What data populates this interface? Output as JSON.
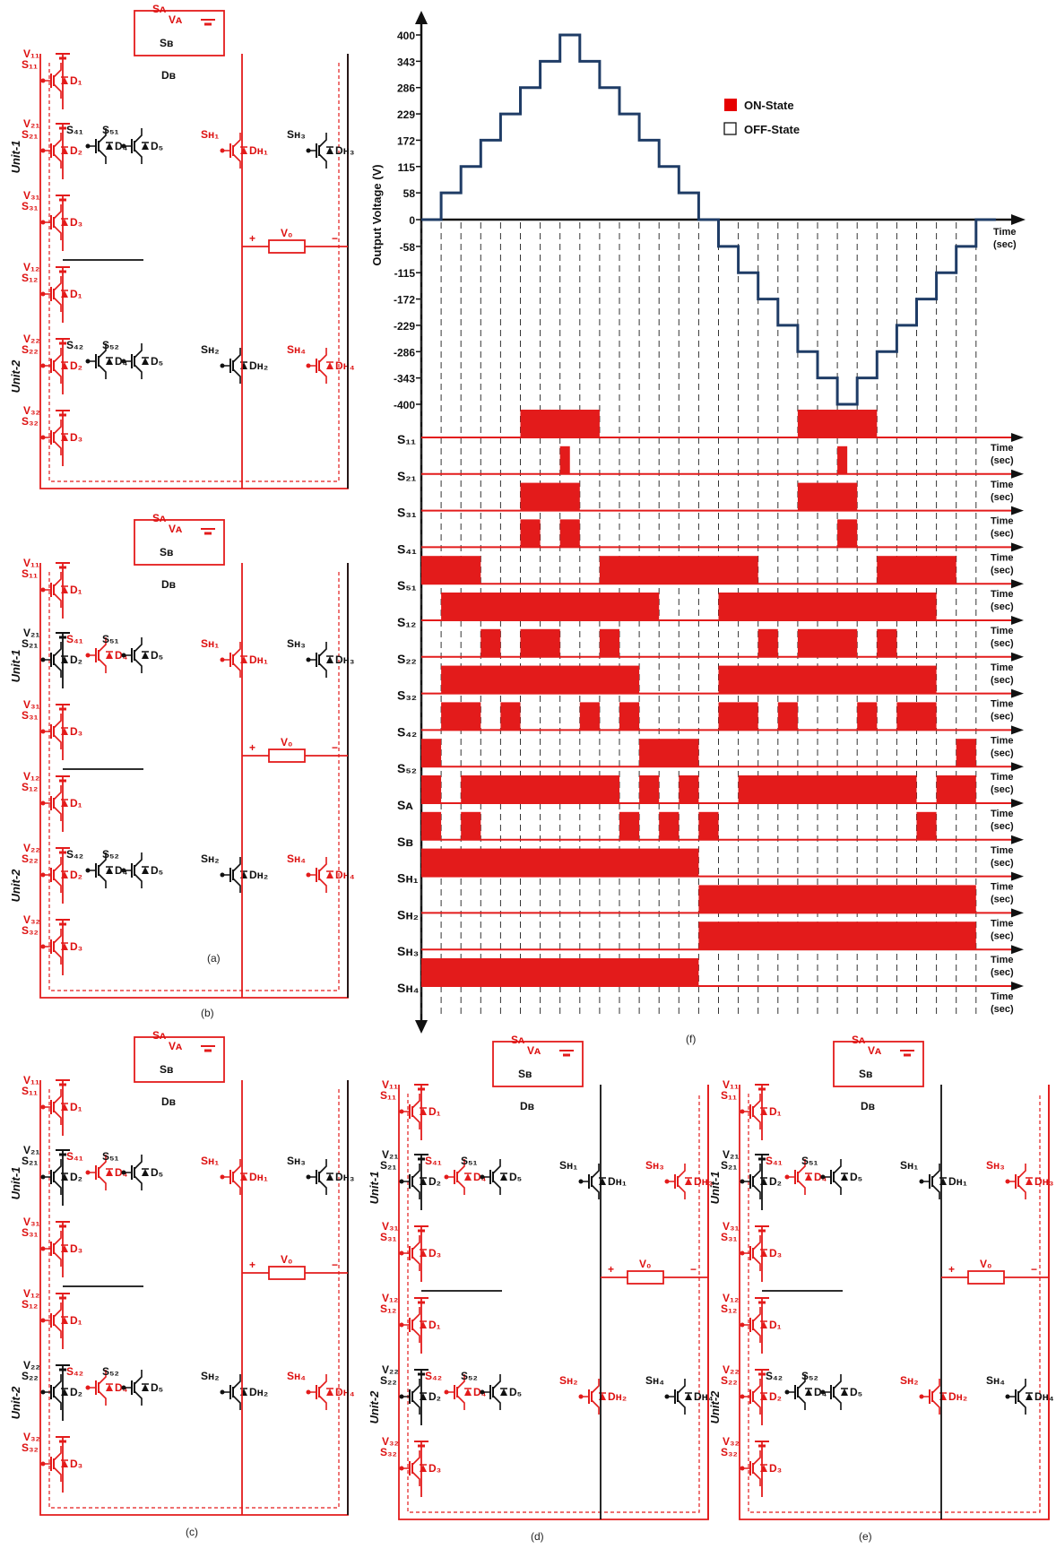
{
  "figure": {
    "panel_labels": [
      "(a)",
      "(b)",
      "(c)",
      "(d)",
      "(e)",
      "(f)"
    ],
    "unit_labels": [
      "Unit-1",
      "Unit-2"
    ],
    "load_label": "V₀"
  },
  "chart_data": {
    "type": "line",
    "ylabel": "Output Voltage (V)",
    "xlabel": "Time (sec)",
    "y_ticks": [
      "400",
      "343",
      "286",
      "229",
      "172",
      "115",
      "58",
      "0",
      "-58",
      "-115",
      "-172",
      "-229",
      "-286",
      "-343",
      "-400"
    ],
    "ylim": [
      -400,
      400
    ],
    "waveform_levels": [
      0,
      58,
      115,
      172,
      229,
      286,
      343,
      400,
      343,
      286,
      229,
      172,
      115,
      58,
      0,
      -58,
      -115,
      -172,
      -229,
      -286,
      -343,
      -400,
      -343,
      -286,
      -229,
      -172,
      -115,
      -58,
      0
    ],
    "legend": {
      "on": "ON-State",
      "off": "OFF-State",
      "on_color": "#e60000"
    },
    "time_label_line1": "Time",
    "time_label_line2": "(sec)",
    "switch_signals": [
      {
        "name": "S₁₁",
        "on": [
          [
            5,
            9
          ],
          [
            19,
            23
          ]
        ]
      },
      {
        "name": "S₂₁",
        "on": [
          [
            7,
            7.5
          ],
          [
            21,
            21.5
          ]
        ]
      },
      {
        "name": "S₃₁",
        "on": [
          [
            5,
            8
          ],
          [
            19,
            22
          ]
        ]
      },
      {
        "name": "S₄₁",
        "on": [
          [
            5,
            6
          ],
          [
            7,
            8
          ],
          [
            21,
            22
          ]
        ]
      },
      {
        "name": "S₅₁",
        "on": [
          [
            0,
            3
          ],
          [
            9,
            17
          ],
          [
            23,
            27
          ]
        ]
      },
      {
        "name": "S₁₂",
        "on": [
          [
            1,
            12
          ],
          [
            15,
            26
          ]
        ]
      },
      {
        "name": "S₂₂",
        "on": [
          [
            3,
            4
          ],
          [
            5,
            7
          ],
          [
            9,
            10
          ],
          [
            17,
            18
          ],
          [
            19,
            22
          ],
          [
            23,
            24
          ]
        ]
      },
      {
        "name": "S₃₂",
        "on": [
          [
            1,
            11
          ],
          [
            15,
            26
          ]
        ]
      },
      {
        "name": "S₄₂",
        "on": [
          [
            1,
            3
          ],
          [
            4,
            5
          ],
          [
            8,
            9
          ],
          [
            10,
            11
          ],
          [
            15,
            17
          ],
          [
            18,
            19
          ],
          [
            22,
            23
          ],
          [
            24,
            26
          ]
        ]
      },
      {
        "name": "S₅₂",
        "on": [
          [
            0,
            1
          ],
          [
            11,
            14
          ],
          [
            27,
            28
          ]
        ]
      },
      {
        "name": "Sᴀ",
        "on": [
          [
            0,
            1
          ],
          [
            2,
            10
          ],
          [
            11,
            12
          ],
          [
            13,
            14
          ],
          [
            16,
            25
          ],
          [
            26,
            28
          ]
        ]
      },
      {
        "name": "Sʙ",
        "on": [
          [
            0,
            1
          ],
          [
            2,
            3
          ],
          [
            10,
            11
          ],
          [
            12,
            13
          ],
          [
            14,
            15
          ],
          [
            25,
            26
          ]
        ]
      },
      {
        "name": "Sʜ₁",
        "on": [
          [
            0,
            14
          ]
        ]
      },
      {
        "name": "Sʜ₂",
        "on": [
          [
            14,
            28
          ]
        ]
      },
      {
        "name": "Sʜ₃",
        "on": [
          [
            14,
            28
          ]
        ]
      },
      {
        "name": "Sʜ₄",
        "on": [
          [
            0,
            14
          ]
        ]
      }
    ]
  },
  "colors": {
    "active": "#e31b1b",
    "inactive": "#111111",
    "wave": "#1f3c66"
  }
}
